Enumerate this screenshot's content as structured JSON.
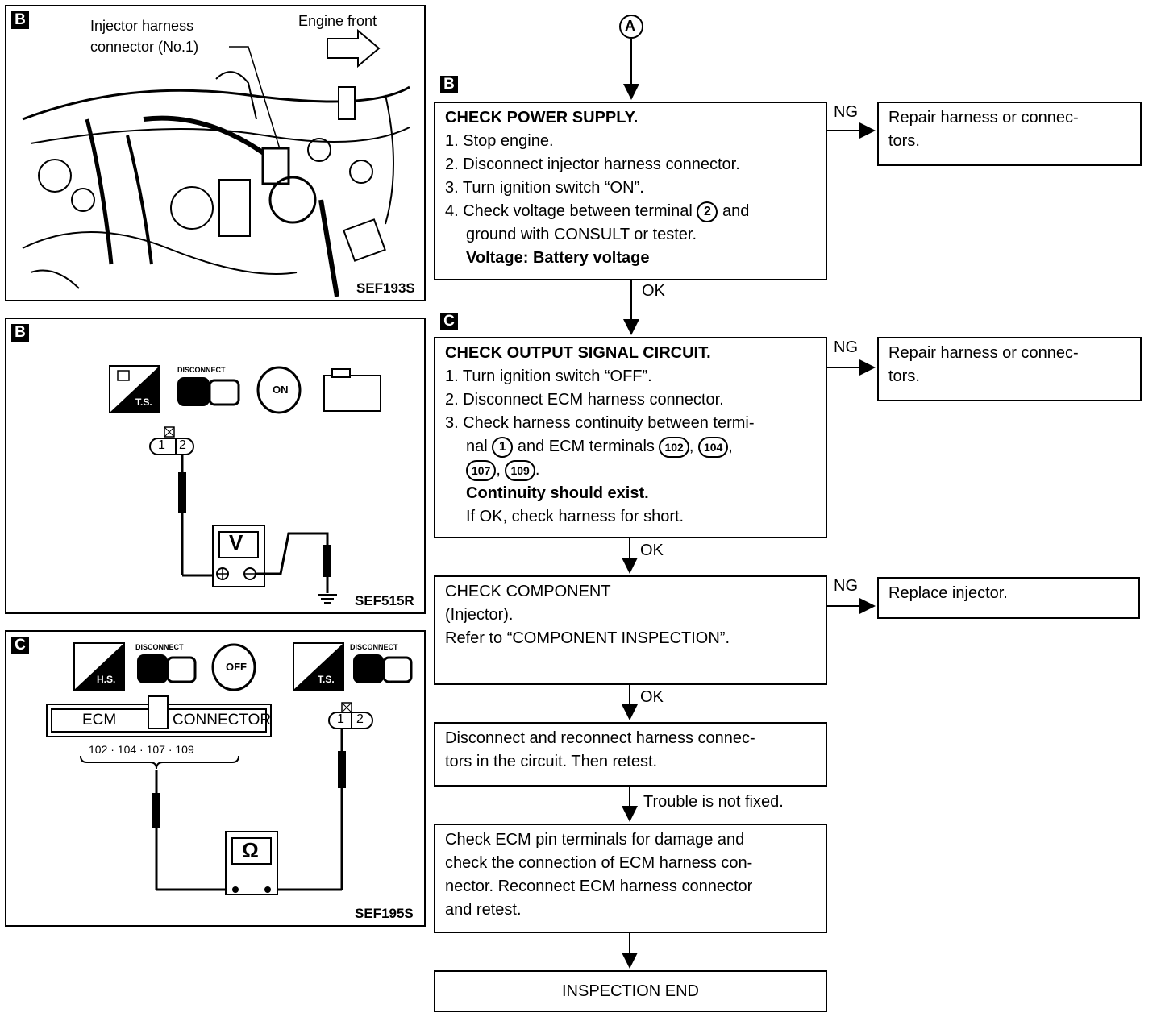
{
  "panels": {
    "p1": {
      "tag": "B",
      "label_line1": "Injector harness",
      "label_line2": "connector (No.1)",
      "engine_front": "Engine front",
      "ref": "SEF193S"
    },
    "p2": {
      "tag": "B",
      "icon_ts": "T.S.",
      "icon_disconnect": "DISCONNECT",
      "icon_on": "ON",
      "conn_pin1": "1",
      "conn_pin2": "2",
      "meter": "V",
      "ref": "SEF515R"
    },
    "p3": {
      "tag": "C",
      "icon_hs": "H.S.",
      "icon_disconnect1": "DISCONNECT",
      "icon_off": "OFF",
      "icon_ts": "T.S.",
      "icon_disconnect2": "DISCONNECT",
      "ecm": "ECM",
      "connector": "CONNECTOR",
      "terminals": "102 · 104 · 107 · 109",
      "conn_pin1": "1",
      "conn_pin2": "2",
      "meter": "Ω",
      "ref": "SEF195S"
    }
  },
  "flow": {
    "start_marker": "A",
    "step_b_tag": "B",
    "step_c_tag": "C",
    "power": {
      "title": "CHECK POWER SUPPLY.",
      "s1": "1. Stop engine.",
      "s2": "2. Disconnect injector harness connector.",
      "s3": "3. Turn ignition switch “ON”.",
      "s4a": "4. Check voltage between terminal",
      "s4_term": "2",
      "s4b": "and",
      "s4c": "ground with CONSULT or tester.",
      "spec": "Voltage: Battery voltage"
    },
    "output": {
      "title": "CHECK OUTPUT SIGNAL CIRCUIT.",
      "s1": "1. Turn ignition switch “OFF”.",
      "s2": "2. Disconnect ECM harness connector.",
      "s3a": "3. Check harness continuity between termi-",
      "s3b": "nal",
      "s3_term": "1",
      "s3c": "and ECM terminals",
      "t102": "102",
      "t104": "104",
      "t107": "107",
      "t109": "109",
      "spec": "Continuity should exist.",
      "note": "If OK, check harness for short."
    },
    "component": {
      "l1": "CHECK COMPONENT",
      "l2": "(Injector).",
      "l3": "Refer to “COMPONENT INSPECTION”."
    },
    "reconnect": {
      "l1": "Disconnect and reconnect harness connec-",
      "l2": "tors in the circuit. Then retest."
    },
    "ecm_pins": {
      "l1": "Check ECM pin terminals for damage and",
      "l2": "check the connection of ECM harness con-",
      "l3": "nector. Reconnect ECM harness connector",
      "l4": "and retest."
    },
    "end": "INSPECTION END",
    "ng_repair1": {
      "l1": "Repair harness or connec-",
      "l2": "tors."
    },
    "ng_repair2": {
      "l1": "Repair harness or connec-",
      "l2": "tors."
    },
    "ng_replace": "Replace injector.",
    "ng": "NG",
    "ok": "OK",
    "not_fixed": "Trouble is not fixed."
  }
}
